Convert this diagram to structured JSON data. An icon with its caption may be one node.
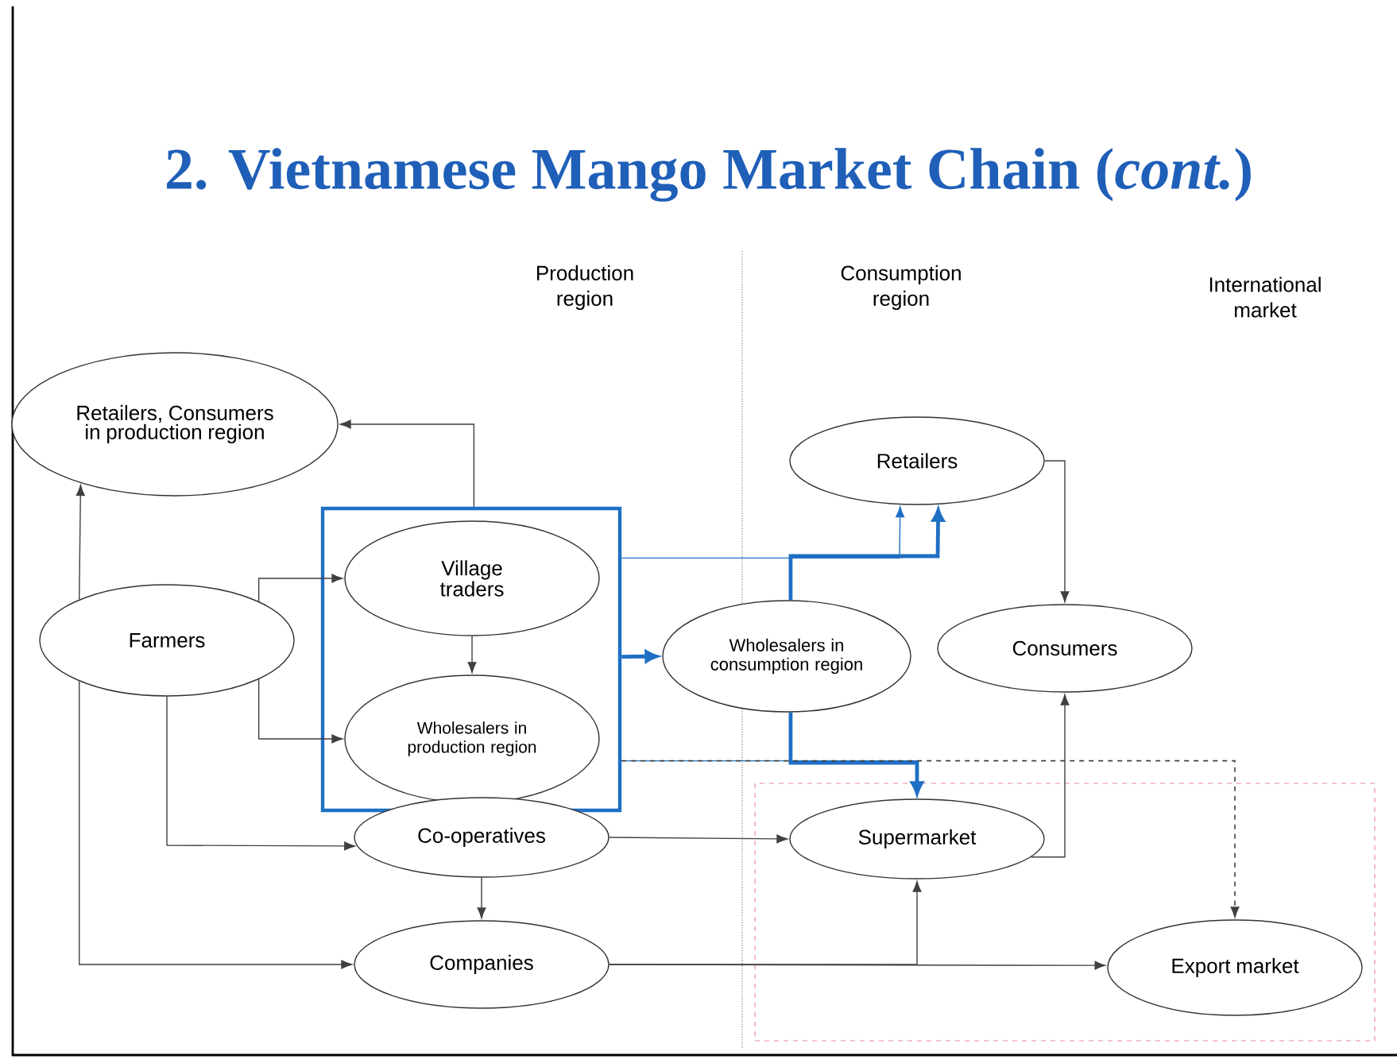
{
  "diagram": {
    "title": "2. Vietnamese Mango Market Chain (*cont.*)",
    "nodes": [
      {
        "text": [
          "Retailers, Consumers in production region"
        ]
      },
      {
        "text": [],
        "shape": "box"
      },
      {
        "text": [
          "Village traders"
        ],
        "in": 1
      },
      {
        "text": [
          "Wholesalers in production region"
        ],
        "in": 1
      },
      {
        "text": [
          "Farmers"
        ]
      },
      {
        "text": [
          "Wholesalers in consumption region"
        ]
      },
      {
        "text": [
          "Retailers"
        ]
      },
      {
        "text": [
          "Consumers"
        ]
      },
      {
        "text": [
          "Co-operatives"
        ]
      },
      {
        "text": [
          "Supermarket"
        ]
      },
      {
        "text": [
          "Companies"
        ]
      },
      {
        "text": [
          "Export market"
        ]
      }
    ],
    "edges": [
      {
        "from": 1,
        "to": 0,
        "arrow": "to"
      },
      {
        "from": 4,
        "to": 0,
        "arrow": "to"
      },
      {
        "from": 4,
        "to": 2,
        "arrow": "to"
      },
      {
        "from": 4,
        "to": 3,
        "arrow": "to"
      },
      {
        "from": 2,
        "to": 3,
        "arrow": "to"
      },
      {
        "from": 1,
        "to": 5,
        "arrow": "to",
        "style": "thick",
        "color": "#1f6fc4"
      },
      {
        "from": 1,
        "to": 6,
        "arrow": "to",
        "color": "#1f6fc4"
      },
      {
        "from": 5,
        "to": 6,
        "arrow": "to",
        "style": "thick",
        "color": "#1f6fc4"
      },
      {
        "from": 5,
        "to": 9,
        "arrow": "to",
        "style": "thick",
        "color": "#1f6fc4"
      },
      {
        "from": 1,
        "to": 9,
        "arrow": "to",
        "color": "#1f6fc4"
      },
      {
        "from": 1,
        "to": 11,
        "arrow": "to",
        "style": "dashed"
      },
      {
        "from": 6,
        "to": 7,
        "arrow": "to"
      },
      {
        "from": 9,
        "to": 7,
        "arrow": "to"
      },
      {
        "from": 4,
        "to": 8,
        "arrow": "to"
      },
      {
        "from": 4,
        "to": 10,
        "arrow": "to"
      },
      {
        "from": 8,
        "to": 9,
        "arrow": "to"
      },
      {
        "from": 8,
        "to": 10,
        "arrow": "to"
      },
      {
        "from": 10,
        "to": 11,
        "arrow": "to"
      },
      {
        "from": 10,
        "to": 9,
        "arrow": "to"
      }
    ],
    "labels": [
      "Production region",
      "Consumption region",
      "International market"
    ]
  }
}
